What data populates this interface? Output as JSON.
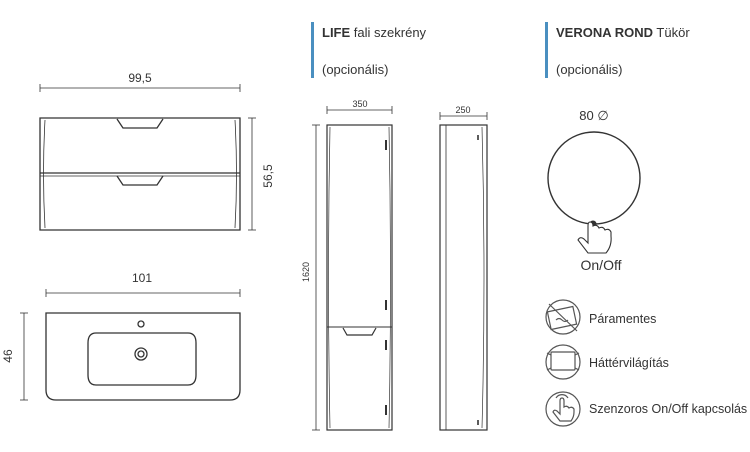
{
  "colors": {
    "accent": "#4a8fc0",
    "line": "#333333"
  },
  "cabinet_front": {
    "width_label": "99,5",
    "height_label": "56,5"
  },
  "basin_top": {
    "width_label": "101",
    "depth_label": "46"
  },
  "wall_cabinet": {
    "title_bold": "LIFE",
    "title_rest": "fali szekrény",
    "subtitle": "(opcionális)",
    "front_width_label": "350",
    "side_depth_label": "250",
    "height_label": "1620"
  },
  "mirror": {
    "title_bold": "VERONA ROND",
    "title_rest": "Tükör",
    "subtitle": "(opcionális)",
    "diameter_label": "80 ∅",
    "switch_label": "On/Off"
  },
  "features": [
    {
      "icon": "anti-fog-icon",
      "label": "Páramentes"
    },
    {
      "icon": "backlight-icon",
      "label": "Háttérvilágítás"
    },
    {
      "icon": "touch-sensor-icon",
      "label": "Szenzoros On/Off kapcsolás"
    }
  ]
}
